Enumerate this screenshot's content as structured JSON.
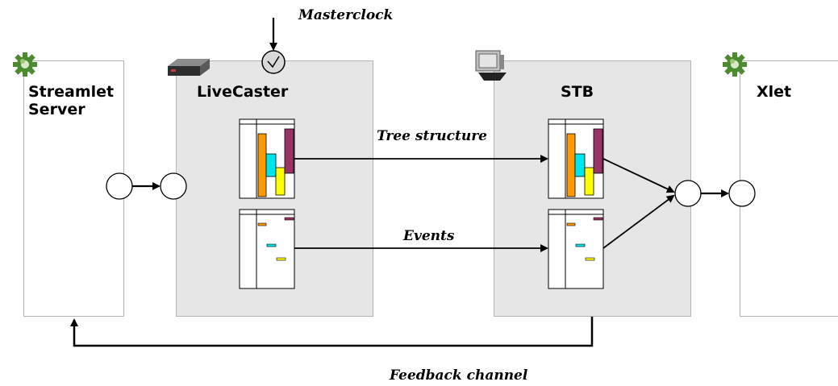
{
  "nodes": {
    "streamlet_server": {
      "label_line1": "Streamlet",
      "label_line2": "Server"
    },
    "livecaster": {
      "label": "LiveCaster"
    },
    "stb": {
      "label": "STB"
    },
    "xlet": {
      "label": "Xlet"
    }
  },
  "edges": {
    "masterclock": "Masterclock",
    "tree_structure": "Tree structure",
    "events": "Events",
    "feedback_channel": "Feedback channel"
  },
  "icons": {
    "server": "gear-icon",
    "livecaster": "server-device-icon",
    "clock": "clock-icon",
    "stb": "monitor-icon",
    "xlet": "gear-icon"
  },
  "colors": {
    "box_gray": "#e6e6e6",
    "border": "#b3b3b3",
    "bar_orange": "#ff9900",
    "bar_cyan": "#00e5ee",
    "bar_yellow": "#ffff00",
    "bar_maroon": "#993366",
    "gear_green": "#4d8b31"
  }
}
